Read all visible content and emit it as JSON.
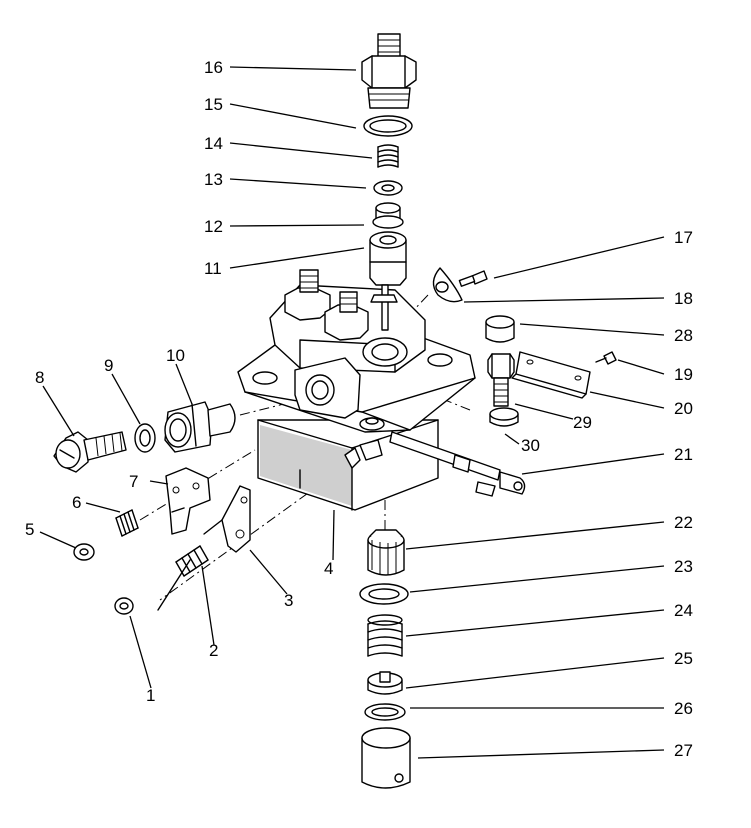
{
  "callouts": [
    {
      "id": "1",
      "text": "1"
    },
    {
      "id": "2",
      "text": "2"
    },
    {
      "id": "3",
      "text": "3"
    },
    {
      "id": "4",
      "text": "4"
    },
    {
      "id": "5",
      "text": "5"
    },
    {
      "id": "6",
      "text": "6"
    },
    {
      "id": "7",
      "text": "7"
    },
    {
      "id": "8",
      "text": "8"
    },
    {
      "id": "9",
      "text": "9"
    },
    {
      "id": "10",
      "text": "10"
    },
    {
      "id": "11",
      "text": "11"
    },
    {
      "id": "12",
      "text": "12"
    },
    {
      "id": "13",
      "text": "13"
    },
    {
      "id": "14",
      "text": "14"
    },
    {
      "id": "15",
      "text": "15"
    },
    {
      "id": "16",
      "text": "16"
    },
    {
      "id": "17",
      "text": "17"
    },
    {
      "id": "18",
      "text": "18"
    },
    {
      "id": "19",
      "text": "19"
    },
    {
      "id": "20",
      "text": "20"
    },
    {
      "id": "21",
      "text": "21"
    },
    {
      "id": "22",
      "text": "22"
    },
    {
      "id": "23",
      "text": "23"
    },
    {
      "id": "24",
      "text": "24"
    },
    {
      "id": "25",
      "text": "25"
    },
    {
      "id": "26",
      "text": "26"
    },
    {
      "id": "27",
      "text": "27"
    },
    {
      "id": "28",
      "text": "28"
    },
    {
      "id": "29",
      "text": "29"
    },
    {
      "id": "30",
      "text": "30"
    }
  ],
  "colors": {
    "ink": "#000000",
    "paper": "#ffffff",
    "shade": "#cfcfcf"
  }
}
